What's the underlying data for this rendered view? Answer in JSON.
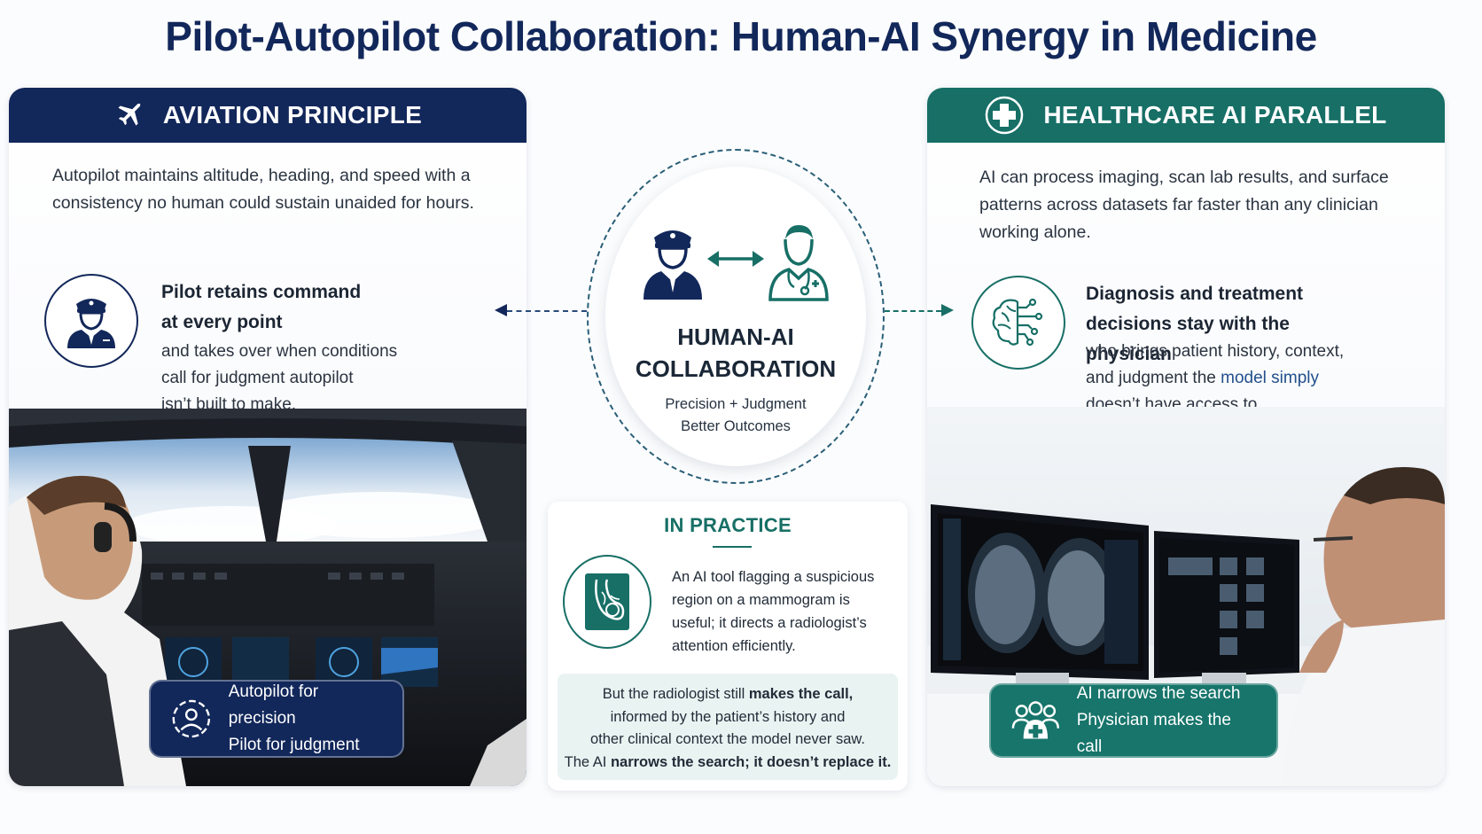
{
  "title": "Pilot-Autopilot Collaboration: Human-AI Synergy in Medicine",
  "aviation": {
    "header": "AVIATION PRINCIPLE",
    "intro": "Autopilot maintains altitude, heading, and speed with a consistency no human could sustain unaided for hours.",
    "feature_title_1": "Pilot retains command",
    "feature_title_2": "at every point",
    "feature_text_1": "and takes over when conditions",
    "feature_text_2": "call for judgment autopilot",
    "feature_text_3": "isn’t built to make.",
    "caption_1": "Autopilot for precision",
    "caption_2": "Pilot for judgment"
  },
  "healthcare": {
    "header": "HEALTHCARE AI PARALLEL",
    "intro": "AI can process imaging, scan lab results, and surface patterns across datasets far faster than any clinician working alone.",
    "feature_title_1": "Diagnosis and treatment",
    "feature_title_2": "decisions stay with the physician",
    "feature_text_1": "who brings patient history, context,",
    "feature_text_2a": "and judgment the ",
    "feature_text_2b": "model simply",
    "feature_text_3": "doesn’t have access to.",
    "caption_1": "AI narrows the search",
    "caption_2": "Physician makes the call"
  },
  "center": {
    "heading_1": "HUMAN-AI",
    "heading_2": "COLLABORATION",
    "sub_1": "Precision + Judgment",
    "sub_2": "Better Outcomes"
  },
  "practice": {
    "title": "IN PRACTICE",
    "text": "An AI tool flagging a suspicious region on a mammogram is useful; it directs a radiologist’s attention efficiently.",
    "box_1a": "But the radiologist still ",
    "box_1b": "makes the call,",
    "box_2": "informed by the patient’s history and",
    "box_3": "other clinical context the model never saw.",
    "box_4a": "The AI ",
    "box_4b": "narrows the search; it doesn’t replace it."
  },
  "colors": {
    "navy": "#12275a",
    "teal": "#176f66"
  },
  "icons": [
    "airplane-icon",
    "medical-cross-icon",
    "pilot-icon",
    "brain-circuit-icon",
    "doctor-icon",
    "bidirectional-arrow-icon",
    "mammogram-icon",
    "autopilot-gauge-icon",
    "team-medical-icon"
  ]
}
